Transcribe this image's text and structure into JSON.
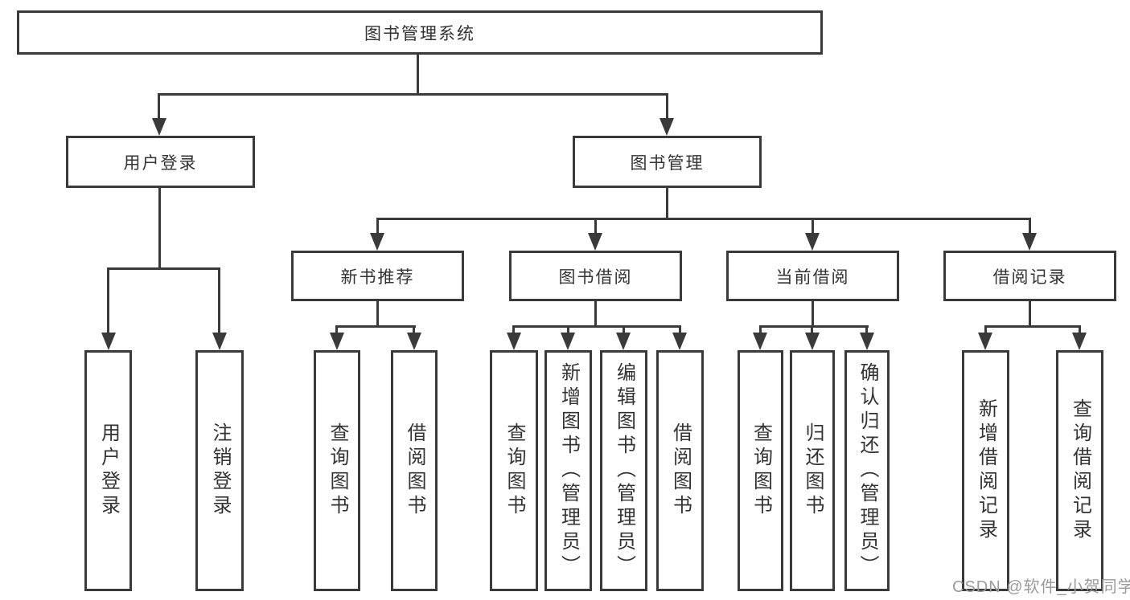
{
  "tree": {
    "label": "图书管理系统",
    "children": [
      {
        "label": "用户登录",
        "children": [
          {
            "label": "用户登录"
          },
          {
            "label": "注销登录"
          }
        ]
      },
      {
        "label": "图书管理",
        "children": [
          {
            "label": "新书推荐",
            "children": [
              {
                "label": "查询图书"
              },
              {
                "label": "借阅图书"
              }
            ]
          },
          {
            "label": "图书借阅",
            "children": [
              {
                "label": "查询图书"
              },
              {
                "label": "新增图书（管理员）"
              },
              {
                "label": "编辑图书（管理员）"
              },
              {
                "label": "借阅图书"
              }
            ]
          },
          {
            "label": "当前借阅",
            "children": [
              {
                "label": "查询图书"
              },
              {
                "label": "归还图书"
              },
              {
                "label": "确认归还（管理员）"
              }
            ]
          },
          {
            "label": "借阅记录",
            "children": [
              {
                "label": "新增借阅记录"
              },
              {
                "label": "查询借阅记录"
              }
            ]
          }
        ]
      }
    ]
  },
  "watermark": {
    "text": "CSDN @软件_小贺同学"
  },
  "colors": {
    "line": "#3a3a3a",
    "text": "#333333",
    "watermark": "#9b9b9b",
    "background": "#ffffff"
  }
}
